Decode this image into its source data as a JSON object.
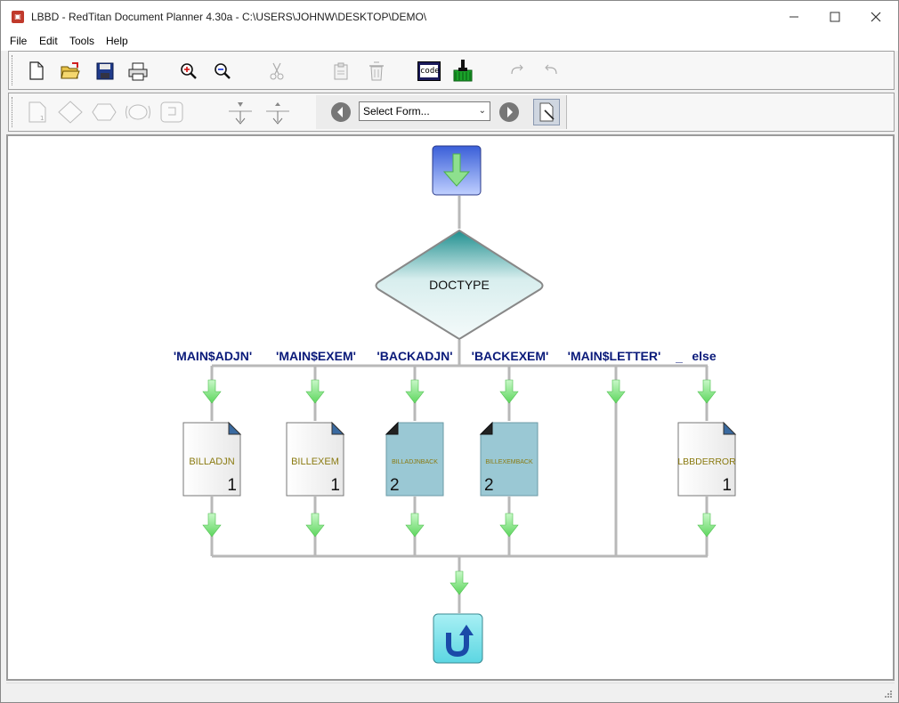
{
  "window": {
    "title": "LBBD - RedTitan Document Planner 4.30a - C:\\USERS\\JOHNW\\DESKTOP\\DEMO\\",
    "minimize": "—",
    "maximize": "☐",
    "close": "✕"
  },
  "menu": [
    "File",
    "Edit",
    "Tools",
    "Help"
  ],
  "toolbar": {
    "code_label": "code",
    "select_form": "Select Form..."
  },
  "flow": {
    "decision_label": "DOCTYPE",
    "branches": [
      "'MAIN$ADJN'",
      "'MAIN$EXEM'",
      "'BACKADJN'",
      "'BACKEXEM'",
      "'MAIN$LETTER'",
      "else"
    ],
    "branch_separator": "_",
    "forms": [
      {
        "name": "BILLADJN",
        "count": "1",
        "style": "white"
      },
      {
        "name": "BILLEXEM",
        "count": "1",
        "style": "white"
      },
      {
        "name": "BILLADJNBACK",
        "count": "2",
        "style": "blue"
      },
      {
        "name": "BILLEXEMBACK",
        "count": "2",
        "style": "blue"
      },
      {
        "name": "LBBDERROR",
        "count": "1",
        "style": "white"
      }
    ]
  },
  "colors": {
    "branch_label": "#0a1a7a",
    "form_label": "#8a7a10",
    "form_blue": "#9ac8d4",
    "arrow_green": "#7ee07e",
    "connector": "#b8b8b8"
  }
}
